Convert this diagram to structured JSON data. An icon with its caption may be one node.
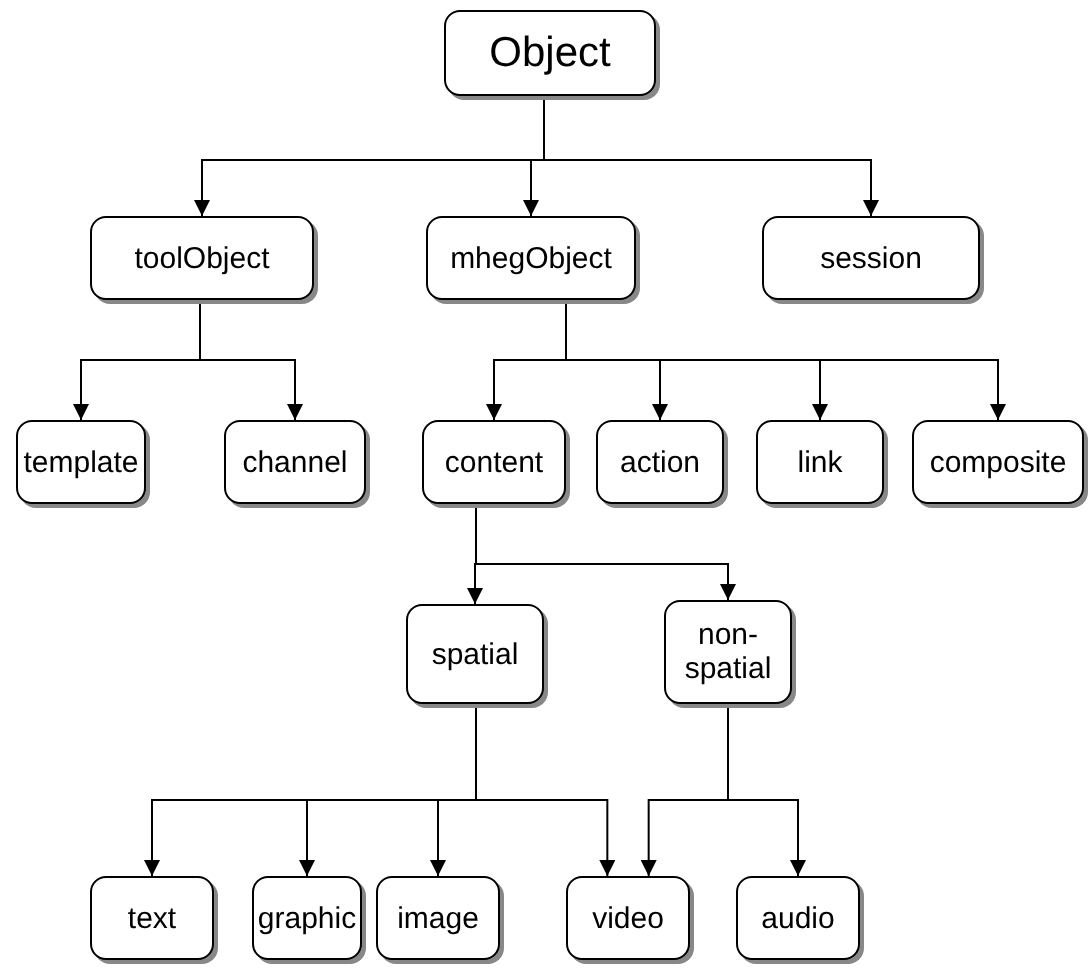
{
  "diagram": {
    "nodes": [
      {
        "text": [
          "Object"
        ]
      },
      {
        "text": [
          "toolObject"
        ]
      },
      {
        "text": [
          "mhegObject"
        ]
      },
      {
        "text": [
          "session"
        ]
      },
      {
        "text": [
          "template"
        ]
      },
      {
        "text": [
          "channel"
        ]
      },
      {
        "text": [
          "content"
        ]
      },
      {
        "text": [
          "action"
        ]
      },
      {
        "text": [
          "link"
        ]
      },
      {
        "text": [
          "composite"
        ]
      },
      {
        "text": [
          "spatial"
        ]
      },
      {
        "text": [
          "non-spatial"
        ]
      },
      {
        "text": [
          "text"
        ]
      },
      {
        "text": [
          "graphic"
        ]
      },
      {
        "text": [
          "image"
        ]
      },
      {
        "text": [
          "video"
        ]
      },
      {
        "text": [
          "audio"
        ]
      }
    ],
    "edges": [
      {
        "from": 0,
        "to": 1,
        "arrow": "to"
      },
      {
        "from": 0,
        "to": 2,
        "arrow": "to"
      },
      {
        "from": 0,
        "to": 3,
        "arrow": "to"
      },
      {
        "from": 1,
        "to": 4,
        "arrow": "to"
      },
      {
        "from": 1,
        "to": 5,
        "arrow": "to"
      },
      {
        "from": 2,
        "to": 6,
        "arrow": "to"
      },
      {
        "from": 2,
        "to": 7,
        "arrow": "to"
      },
      {
        "from": 2,
        "to": 8,
        "arrow": "to"
      },
      {
        "from": 2,
        "to": 9,
        "arrow": "to"
      },
      {
        "from": 6,
        "to": 10,
        "arrow": "to"
      },
      {
        "from": 6,
        "to": 11,
        "arrow": "to"
      },
      {
        "from": 10,
        "to": 12,
        "arrow": "to"
      },
      {
        "from": 10,
        "to": 13,
        "arrow": "to"
      },
      {
        "from": 10,
        "to": 14,
        "arrow": "to"
      },
      {
        "from": 10,
        "to": 15,
        "arrow": "to"
      },
      {
        "from": 11,
        "to": 15,
        "arrow": "to"
      },
      {
        "from": 11,
        "to": 16,
        "arrow": "to"
      }
    ]
  }
}
